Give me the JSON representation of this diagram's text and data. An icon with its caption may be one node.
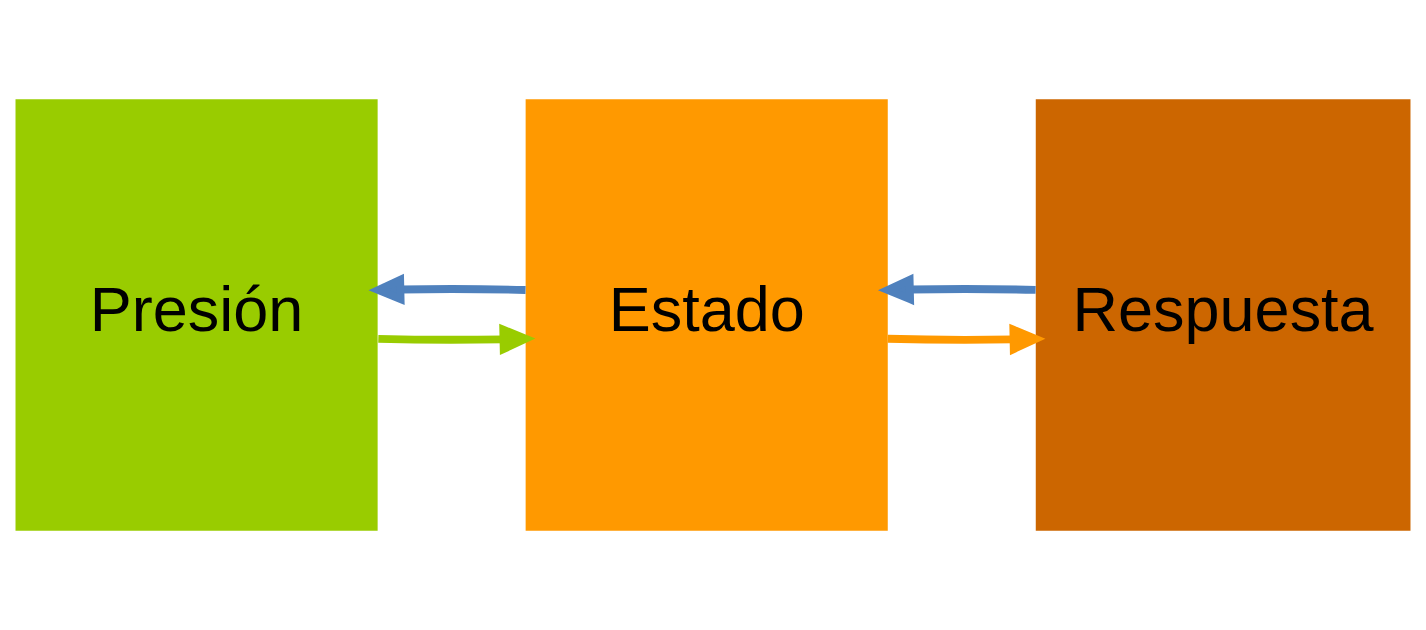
{
  "diagram": {
    "nodes": [
      {
        "text": [
          "Presión"
        ]
      },
      {
        "text": [
          "Estado"
        ]
      },
      {
        "text": [
          "Respuesta"
        ]
      }
    ],
    "edges": [
      {
        "from": 0,
        "to": 1,
        "arrow": "to",
        "color": "#99cc00"
      },
      {
        "from": 1,
        "to": 2,
        "arrow": "to",
        "color": "#ff9900"
      },
      {
        "from": 1,
        "to": 0,
        "arrow": "to",
        "color": "#4f81bd"
      },
      {
        "from": 2,
        "to": 1,
        "arrow": "to",
        "color": "#4f81bd"
      }
    ]
  }
}
